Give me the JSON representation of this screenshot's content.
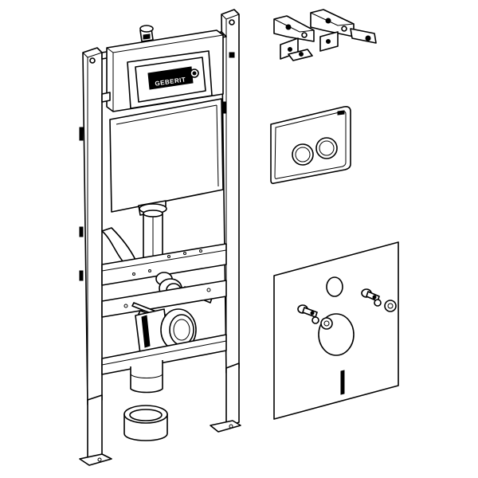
{
  "drawing": {
    "brand_text": "GEBERIT",
    "colors": {
      "line": "#000000",
      "fill": "#ffffff",
      "background": "#ffffff"
    },
    "parts": [
      "installation-frame",
      "fixing-brackets",
      "actuator-plate",
      "sound-insulation-set"
    ]
  }
}
